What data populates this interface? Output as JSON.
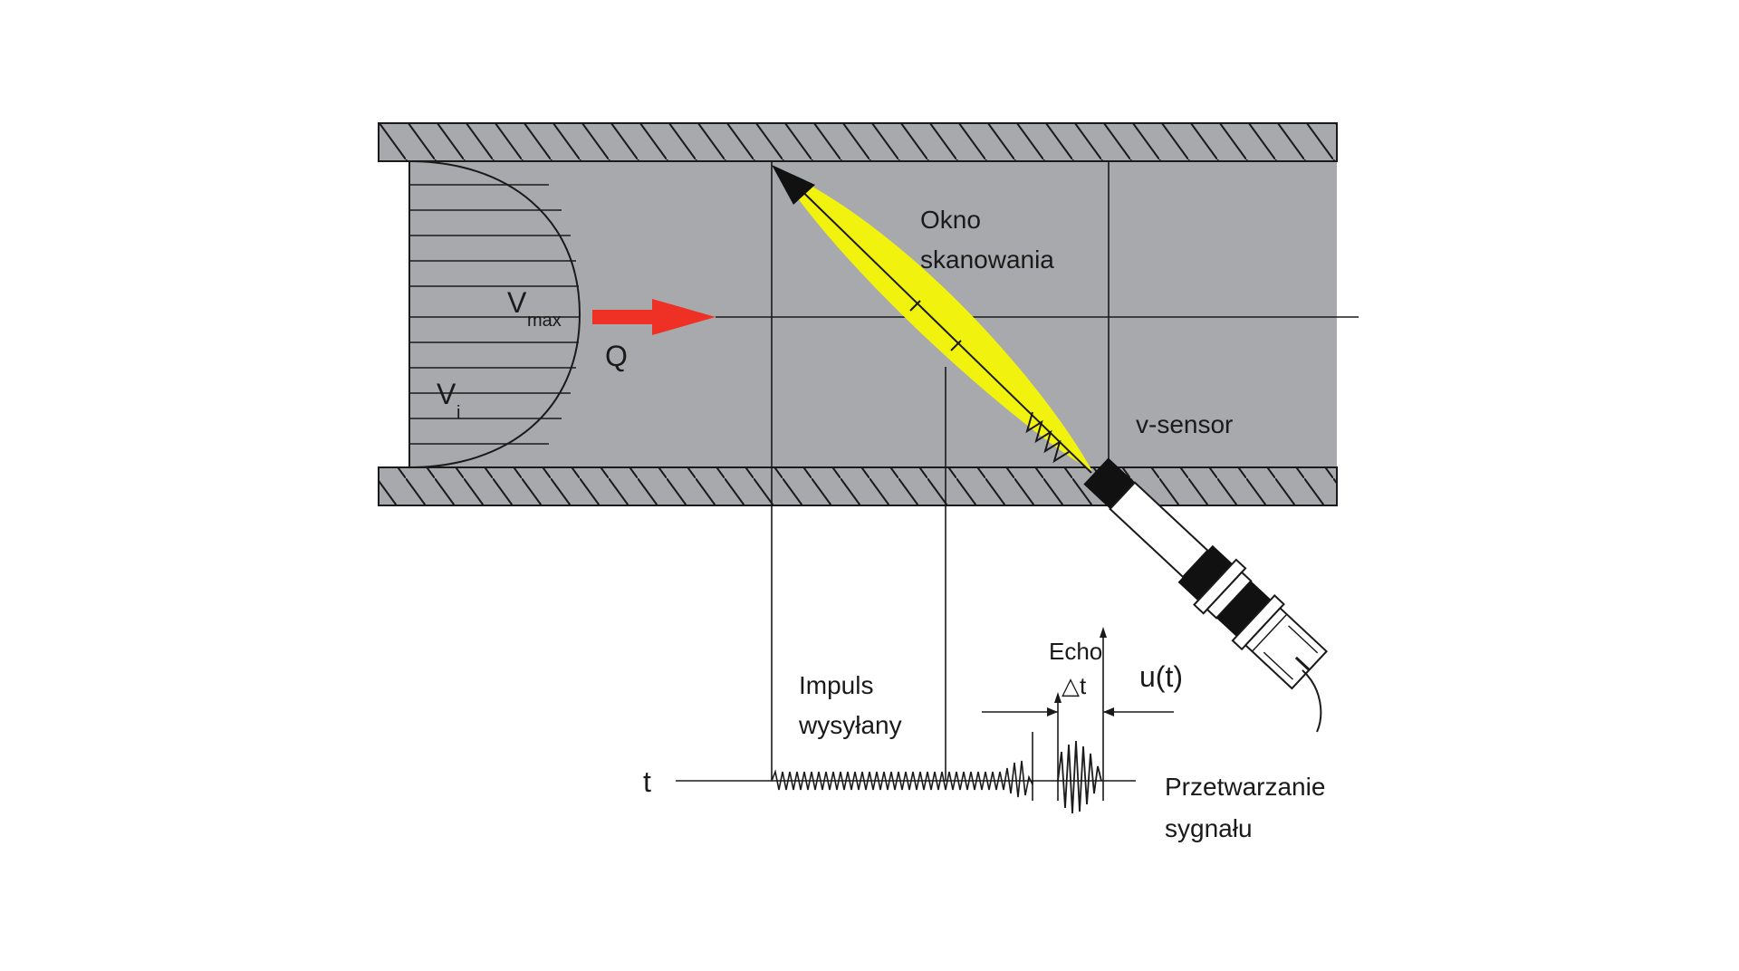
{
  "labels": {
    "v_main": "V",
    "v_max_sub": "max",
    "q": "Q",
    "vi_main": "V",
    "vi_sub": "i",
    "okno_line1": "Okno",
    "okno_line2": "skanowania",
    "v_sensor": "v-sensor",
    "echo": "Echo",
    "delta": "△t",
    "u_t": "u(t)",
    "impuls_line1": "Impuls",
    "impuls_line2": "wysyłany",
    "t_axis": "t",
    "przetwarzanie_line1": "Przetwarzanie",
    "przetwarzanie_line2": "sygnału"
  },
  "colors": {
    "pipe_fill": "#a7a9ac",
    "wall_fill": "#a7a9ac",
    "beam": "#f2f20f",
    "flow_arrow": "#ee3124",
    "line": "#1a1a1a",
    "sensor_black": "#111111",
    "sensor_white": "#ffffff"
  },
  "icons": {
    "flow_arrow": "red-arrow-right",
    "sensor": "ultrasonic-sensor-probe"
  }
}
